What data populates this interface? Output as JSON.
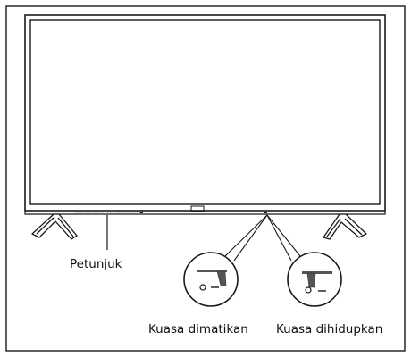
{
  "labels": {
    "indicator": "Petunjuk",
    "power_off": "Kuasa dimatikan",
    "power_on": "Kuasa dihidupkan"
  },
  "colors": {
    "line": "#1a1a1a",
    "switch_fill": "#555555",
    "background": "#ffffff"
  }
}
